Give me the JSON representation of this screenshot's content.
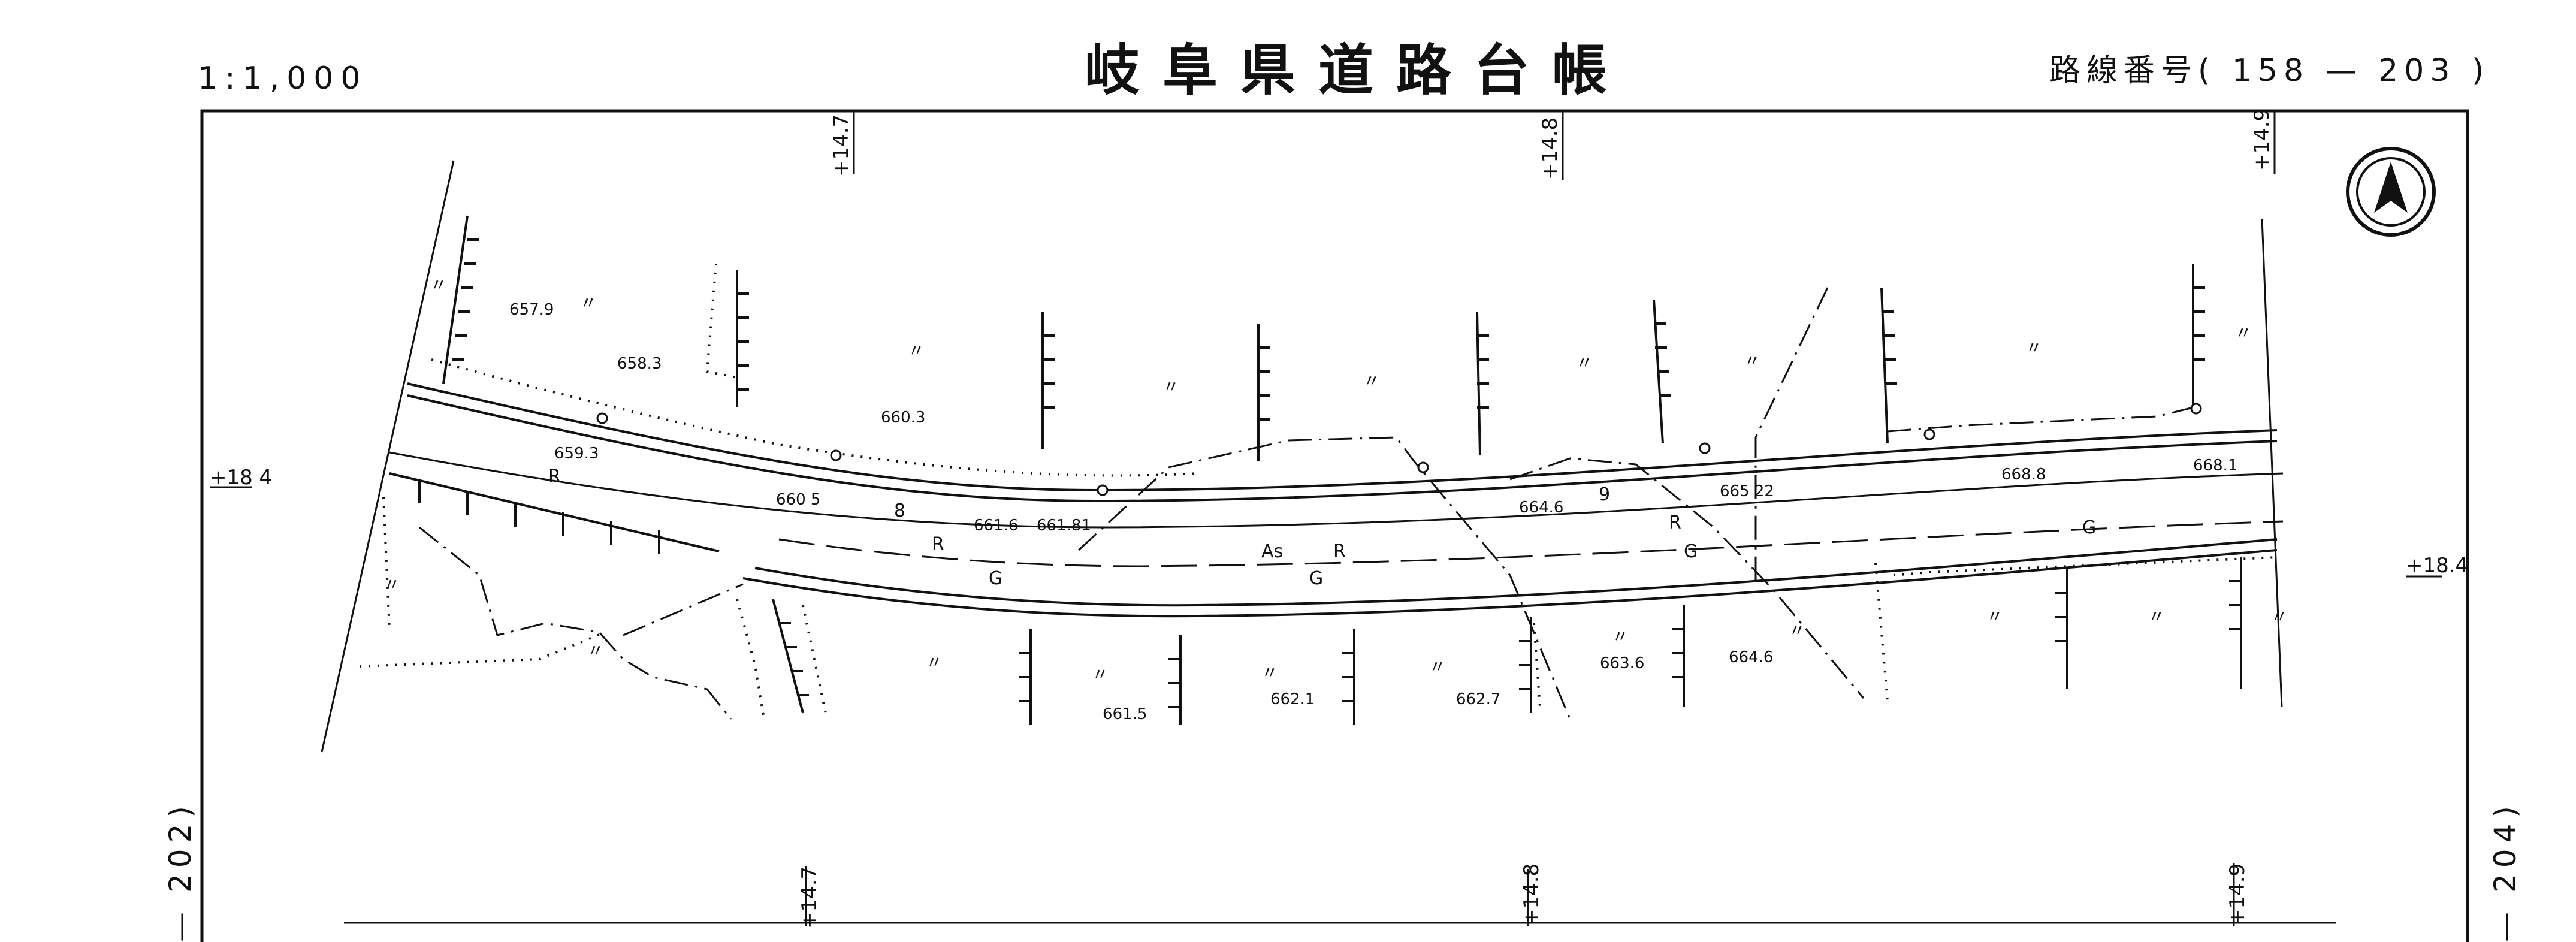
{
  "header": {
    "scale": "1:1,000",
    "title": "岐阜県道路台帳",
    "route_label": "路線番号",
    "route_open": "(",
    "route_number": "158 — 203",
    "route_close": ")"
  },
  "stations": {
    "top": [
      "+14.7",
      "+14.8",
      "+14.9"
    ],
    "bottom": [
      "+14.7",
      "+14.8",
      "+14.9"
    ],
    "left_side": "+18 4",
    "right_side": "+18.4"
  },
  "adjacent_sheets": {
    "left": "202)",
    "left_dash": "—",
    "right": "204)",
    "right_dash": "—"
  },
  "elevations": [
    "657.9",
    "658.3",
    "660.3",
    "659.3",
    "660 5",
    "661.6",
    "661.81",
    "664.6",
    "665 22",
    "668.8",
    "668.1",
    "661.5",
    "662.1",
    "662.7",
    "663.6",
    "664.6"
  ],
  "road_codes": {
    "r": "R",
    "g": "G",
    "as": "As",
    "num8": "8",
    "num9": "9"
  },
  "ditto_mark": "〃",
  "icons": {
    "north": "north-arrow-icon"
  },
  "colors": {
    "ink": "#111111",
    "paper": "#ffffff"
  }
}
